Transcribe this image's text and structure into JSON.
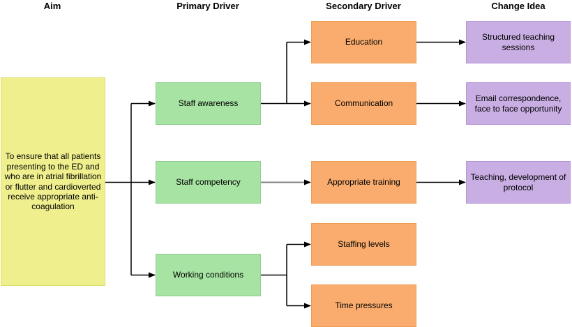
{
  "headers": [
    "Aim",
    "Primary Driver",
    "Secondary Driver",
    "Change Idea"
  ],
  "aim": {
    "text": "To ensure that all patients presenting to the ED and who are in atrial fibrillation or flutter and cardioverted receive appropriate anti-coagulation"
  },
  "primary_drivers": [
    {
      "label": "Staff awareness"
    },
    {
      "label": "Staff competency"
    },
    {
      "label": "Working conditions"
    }
  ],
  "secondary_drivers": [
    {
      "label": "Education"
    },
    {
      "label": "Communication"
    },
    {
      "label": "Appropriate training"
    },
    {
      "label": "Staffing levels"
    },
    {
      "label": "Time pressures"
    }
  ],
  "change_ideas": [
    {
      "label": "Structured teaching sessions"
    },
    {
      "label": "Email correspondence, face to face opportunity"
    },
    {
      "label": "Teaching, development of protocol"
    }
  ],
  "connections": [
    {
      "from": "Aim",
      "to": "Staff awareness"
    },
    {
      "from": "Aim",
      "to": "Staff competency"
    },
    {
      "from": "Aim",
      "to": "Working conditions"
    },
    {
      "from": "Staff awareness",
      "to": "Education"
    },
    {
      "from": "Staff awareness",
      "to": "Communication"
    },
    {
      "from": "Staff competency",
      "to": "Appropriate training"
    },
    {
      "from": "Working conditions",
      "to": "Staffing levels"
    },
    {
      "from": "Working conditions",
      "to": "Time pressures"
    },
    {
      "from": "Education",
      "to": "Structured teaching sessions"
    },
    {
      "from": "Communication",
      "to": "Email correspondence, face to face opportunity"
    },
    {
      "from": "Appropriate training",
      "to": "Teaching, development of protocol"
    }
  ],
  "colors": {
    "background": "#FFFFFF",
    "text": "#000000",
    "aim_fill": "#EFEF8E",
    "aim_border": "#DEDE6C",
    "primary_fill": "#A7E3A2",
    "primary_border": "#8FCE8F",
    "secondary_fill": "#F9AC6D",
    "secondary_border": "#ED9D54",
    "change_fill": "#C9AEE4",
    "change_border": "#B596D6",
    "connector": "#000000",
    "connector_gray": "#7F7F7F"
  }
}
